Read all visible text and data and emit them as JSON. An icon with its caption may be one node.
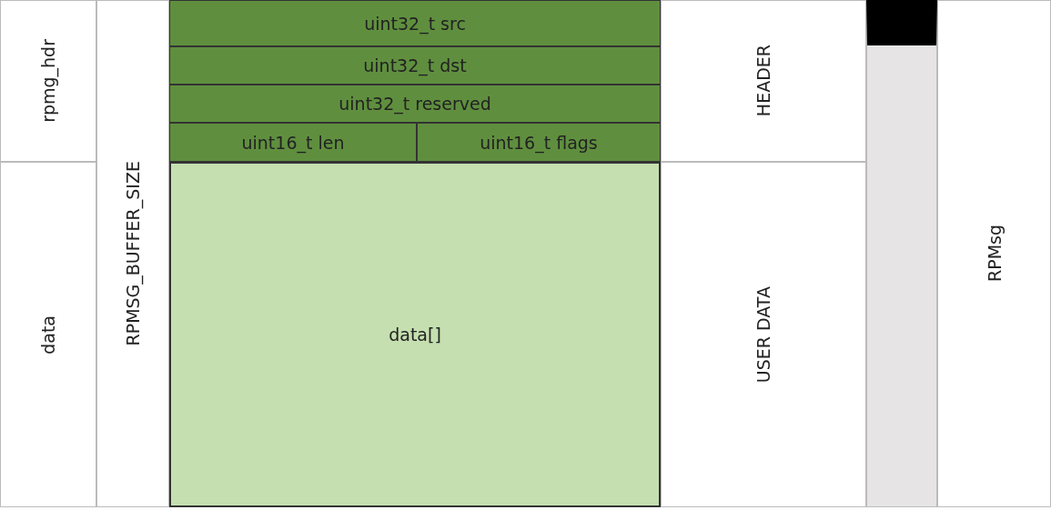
{
  "diagram": {
    "nodes": [
      {
        "text": [
          "rpmg_hdr"
        ]
      },
      {
        "text": [
          "data"
        ]
      },
      {
        "text": [
          "RPMSG_BUFFER_SIZE"
        ]
      },
      {
        "text": [
          "uint32_t src"
        ]
      },
      {
        "text": [
          "uint32_t dst"
        ]
      },
      {
        "text": [
          "uint32_t reserved"
        ]
      },
      {
        "text": [
          "uint16_t len"
        ]
      },
      {
        "text": [
          "uint16_t flags"
        ]
      },
      {
        "text": [
          "data[]"
        ]
      },
      {
        "text": [
          "HEADER"
        ]
      },
      {
        "text": [
          "USER DATA"
        ]
      },
      {
        "text": [],
        "shape": "bar"
      },
      {
        "text": [
          "RPMsg"
        ]
      }
    ]
  }
}
